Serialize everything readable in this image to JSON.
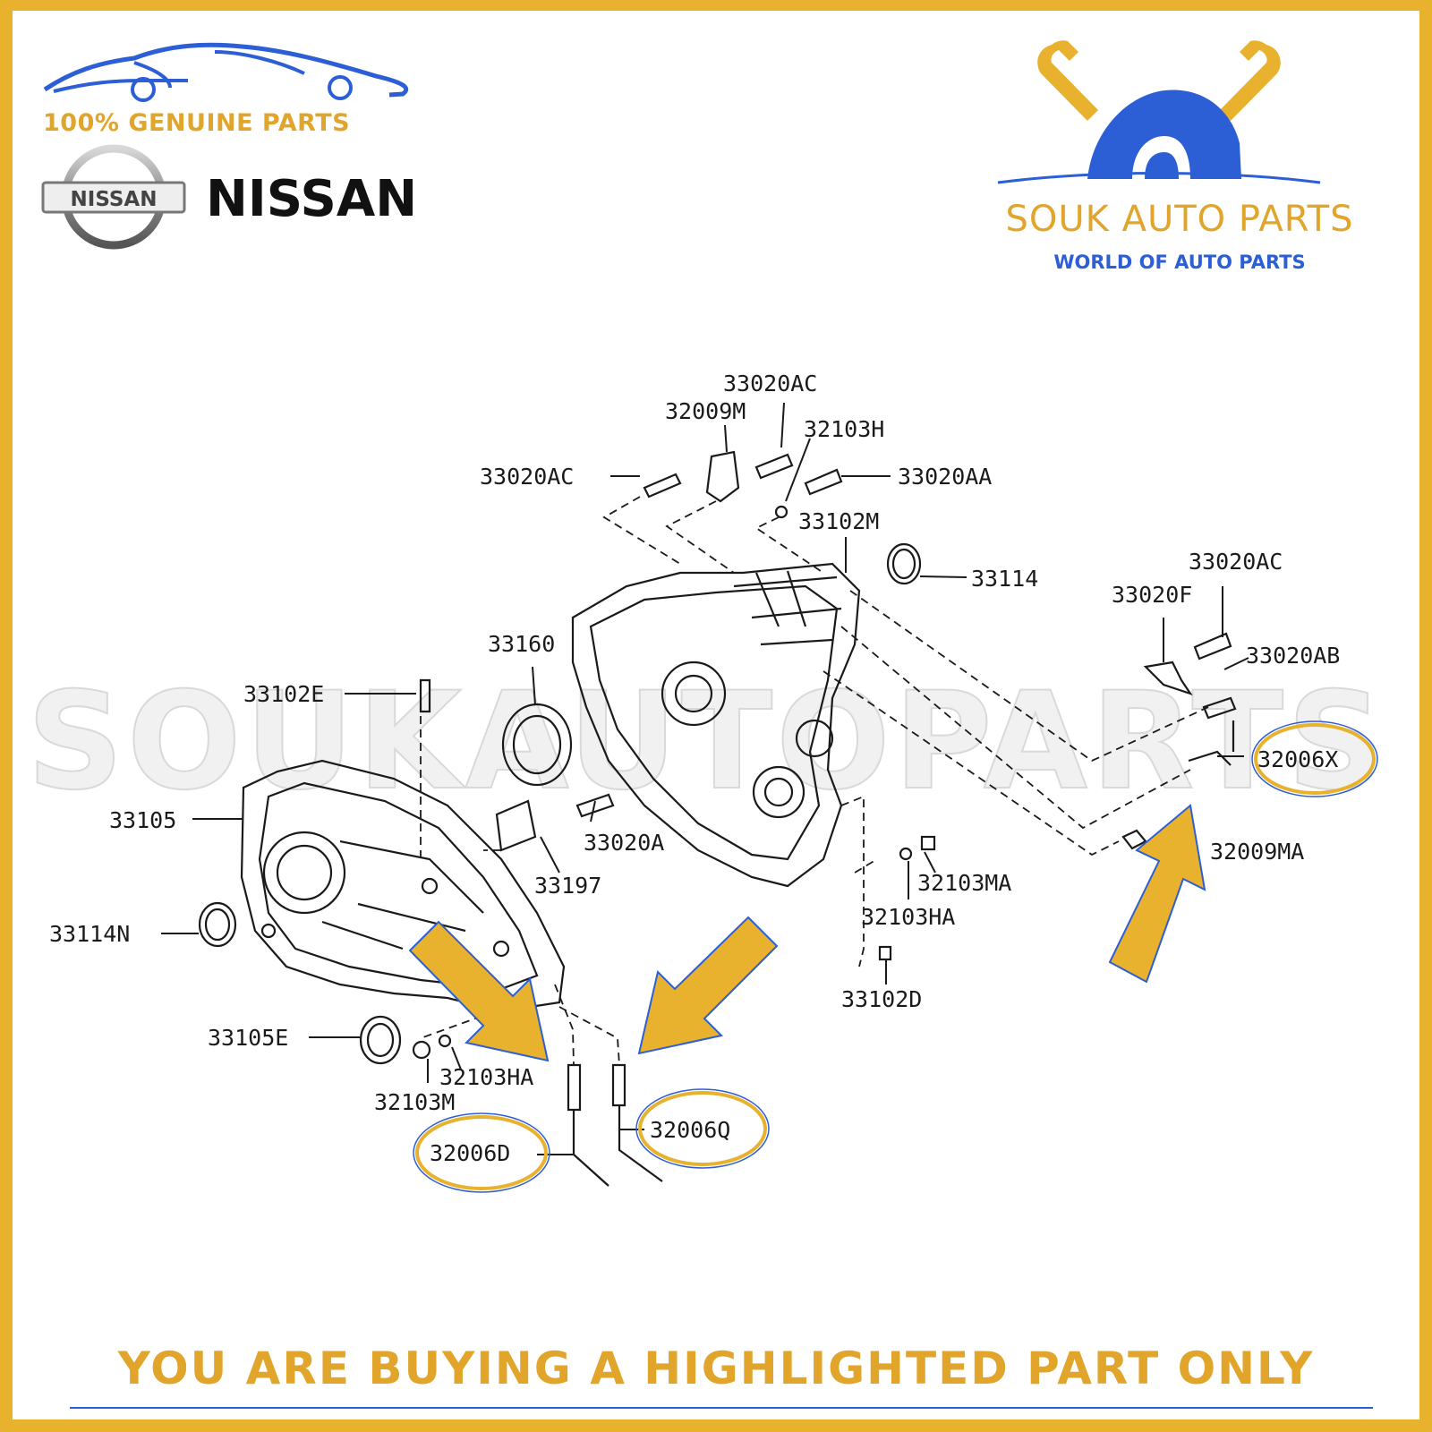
{
  "header": {
    "genuine_text": "100% GENUINE PARTS",
    "brand_badge": "NISSAN",
    "brand_name": "NISSAN"
  },
  "store": {
    "name": "SOUK AUTO PARTS",
    "tagline": "WORLD OF AUTO PARTS"
  },
  "watermark": "SOUKAUTOPARTS",
  "parts": {
    "p1": "33020AC",
    "p2": "32009M",
    "p3": "32103H",
    "p4": "33020AC",
    "p5": "33020AA",
    "p6": "33102M",
    "p7": "33114",
    "p8": "33020AC",
    "p9": "33020F",
    "p10": "33020AB",
    "p11": "33160",
    "p12": "33102E",
    "p13": "32006X",
    "p14": "33105",
    "p15": "33020A",
    "p16": "32009MA",
    "p17": "32103MA",
    "p18": "33197",
    "p19": "32103HA",
    "p20": "33114N",
    "p21": "33102D",
    "p22": "33105E",
    "p23": "32103HA",
    "p24": "32103M",
    "p25": "32006Q",
    "p26": "32006D"
  },
  "highlighted_parts": [
    "32006X",
    "32006Q",
    "32006D"
  ],
  "footer": {
    "notice": "YOU ARE BUYING A HIGHLIGHTED PART ONLY"
  },
  "colors": {
    "gold": "#e8b12e",
    "blue": "#2c5fd6",
    "dark": "#111111"
  }
}
